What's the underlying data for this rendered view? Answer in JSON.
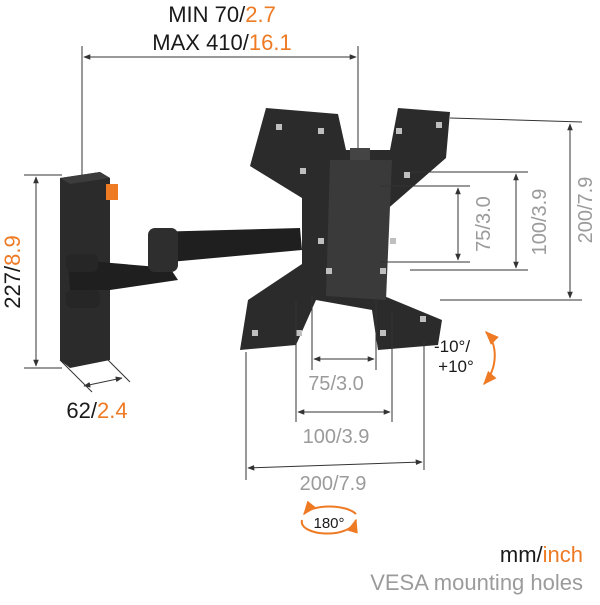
{
  "colors": {
    "black_text": "#1a1a1a",
    "gray_text": "#9b9b9b",
    "accent_orange": "#ee7a24",
    "product": "#2b2b2b",
    "dimension_line": "#333333"
  },
  "top_dimension": {
    "min_mm": "MIN 70/",
    "min_in": "2.7",
    "max_mm": "MAX 410/",
    "max_in": "16.1"
  },
  "wall_height": {
    "mm": "227/",
    "in": "8.9"
  },
  "wall_depth": {
    "mm": "62/",
    "in": "2.4"
  },
  "vesa_horizontal": [
    {
      "mm": "75",
      "sep": "/",
      "in": "3.0"
    },
    {
      "mm": "100",
      "sep": "/",
      "in": "3.9"
    },
    {
      "mm": "200",
      "sep": "/",
      "in": "7.9"
    }
  ],
  "vesa_vertical": [
    {
      "mm": "75",
      "sep": "/",
      "in": "3.0"
    },
    {
      "mm": "100",
      "sep": "/",
      "in": "3.9"
    },
    {
      "mm": "200",
      "sep": "/",
      "in": "7.9"
    }
  ],
  "tilt": {
    "line1": "-10°/",
    "line2": "+10°"
  },
  "swivel": {
    "label": "180°"
  },
  "legend": {
    "mm": "mm/",
    "inch": "inch",
    "caption": "VESA mounting holes"
  },
  "icons": [
    "tilt-arrow-icon",
    "swivel-arrow-icon"
  ]
}
